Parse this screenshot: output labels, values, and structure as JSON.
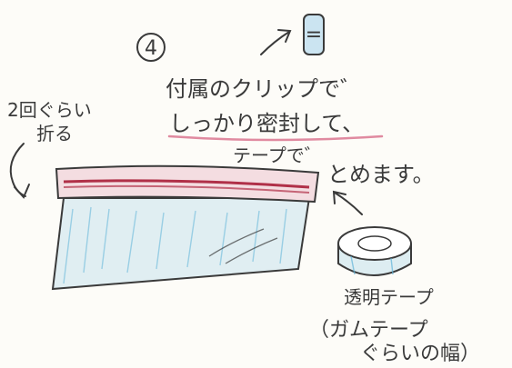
{
  "step_number": "4",
  "clip_label": "=",
  "fold_note": {
    "line1": "2回ぐらい",
    "line2": "折る"
  },
  "instruction": {
    "line1": "付属のクリップで゛",
    "line2": "しっかり密封して、",
    "line3": "テープで゛",
    "line4": "とめます。"
  },
  "tape_label": "透明テープ",
  "tape_width_note": {
    "line1": "（ガムテープ",
    "line2": "ぐらいの幅）"
  },
  "colors": {
    "ink": "#3a3a3a",
    "bag_blue": "#5fb4d8",
    "seal_red": "#b03048",
    "underline_pink": "#e08aa0",
    "clip_blue": "#8ec8e8"
  }
}
